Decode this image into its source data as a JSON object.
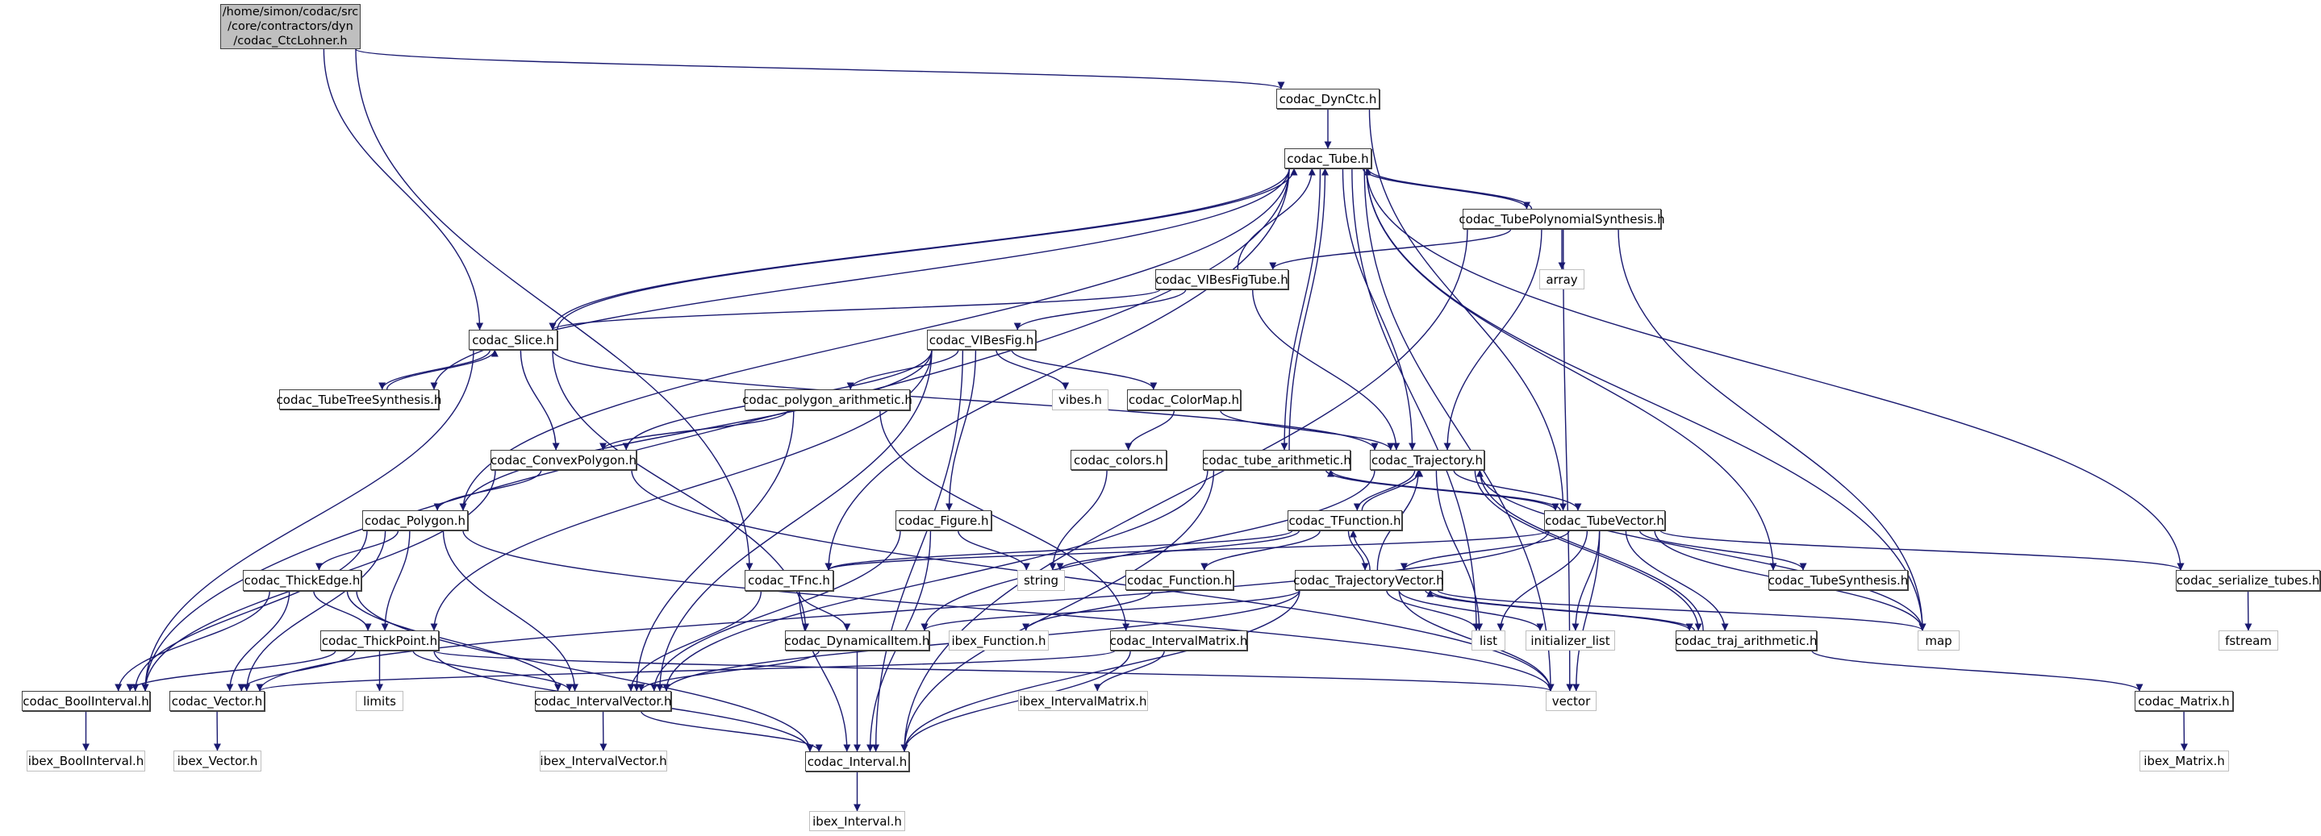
{
  "graph": {
    "title": "Include dependency graph for codac_CtcLohner.h",
    "colors": {
      "edge": "#191970",
      "root_fill": "#bfbfbf",
      "doc_border": "#404040",
      "ext_border": "#bfbfbf"
    },
    "nodes": [
      {
        "id": "root",
        "label": "/home/simon/codac/src\n/core/contractors/dyn\n/codac_CtcLohner.h",
        "kind": "root"
      },
      {
        "id": "DynCtc",
        "label": "codac_DynCtc.h",
        "kind": "doc"
      },
      {
        "id": "Tube",
        "label": "codac_Tube.h",
        "kind": "doc"
      },
      {
        "id": "TubePolynomialSynthesis",
        "label": "codac_TubePolynomialSynthesis.h",
        "kind": "doc"
      },
      {
        "id": "VIBesFigTube",
        "label": "codac_VIBesFigTube.h",
        "kind": "doc"
      },
      {
        "id": "array",
        "label": "array",
        "kind": "ext"
      },
      {
        "id": "Slice",
        "label": "codac_Slice.h",
        "kind": "doc"
      },
      {
        "id": "VIBesFig",
        "label": "codac_VIBesFig.h",
        "kind": "doc"
      },
      {
        "id": "TubeTreeSynthesis",
        "label": "codac_TubeTreeSynthesis.h",
        "kind": "doc"
      },
      {
        "id": "polygon_arithmetic",
        "label": "codac_polygon_arithmetic.h",
        "kind": "doc"
      },
      {
        "id": "vibes",
        "label": "vibes.h",
        "kind": "ext"
      },
      {
        "id": "ColorMap",
        "label": "codac_ColorMap.h",
        "kind": "doc"
      },
      {
        "id": "ConvexPolygon",
        "label": "codac_ConvexPolygon.h",
        "kind": "doc"
      },
      {
        "id": "colors",
        "label": "codac_colors.h",
        "kind": "doc"
      },
      {
        "id": "tube_arithmetic",
        "label": "codac_tube_arithmetic.h",
        "kind": "doc"
      },
      {
        "id": "Trajectory",
        "label": "codac_Trajectory.h",
        "kind": "doc"
      },
      {
        "id": "Polygon",
        "label": "codac_Polygon.h",
        "kind": "doc"
      },
      {
        "id": "Figure",
        "label": "codac_Figure.h",
        "kind": "doc"
      },
      {
        "id": "TFunction",
        "label": "codac_TFunction.h",
        "kind": "doc"
      },
      {
        "id": "TubeVector",
        "label": "codac_TubeVector.h",
        "kind": "doc"
      },
      {
        "id": "ThickEdge",
        "label": "codac_ThickEdge.h",
        "kind": "doc"
      },
      {
        "id": "TFnc",
        "label": "codac_TFnc.h",
        "kind": "doc"
      },
      {
        "id": "string",
        "label": "string",
        "kind": "ext"
      },
      {
        "id": "Function",
        "label": "codac_Function.h",
        "kind": "doc"
      },
      {
        "id": "TrajectoryVector",
        "label": "codac_TrajectoryVector.h",
        "kind": "doc"
      },
      {
        "id": "TubeSynthesis",
        "label": "codac_TubeSynthesis.h",
        "kind": "doc"
      },
      {
        "id": "serialize_tubes",
        "label": "codac_serialize_tubes.h",
        "kind": "doc"
      },
      {
        "id": "ThickPoint",
        "label": "codac_ThickPoint.h",
        "kind": "doc"
      },
      {
        "id": "DynamicalItem",
        "label": "codac_DynamicalItem.h",
        "kind": "doc"
      },
      {
        "id": "ibex_Function",
        "label": "ibex_Function.h",
        "kind": "ext"
      },
      {
        "id": "IntervalMatrix",
        "label": "codac_IntervalMatrix.h",
        "kind": "doc"
      },
      {
        "id": "list",
        "label": "list",
        "kind": "ext"
      },
      {
        "id": "initializer_list",
        "label": "initializer_list",
        "kind": "ext"
      },
      {
        "id": "traj_arithmetic",
        "label": "codac_traj_arithmetic.h",
        "kind": "doc"
      },
      {
        "id": "map",
        "label": "map",
        "kind": "ext"
      },
      {
        "id": "fstream",
        "label": "fstream",
        "kind": "ext"
      },
      {
        "id": "BoolInterval",
        "label": "codac_BoolInterval.h",
        "kind": "doc"
      },
      {
        "id": "Vector",
        "label": "codac_Vector.h",
        "kind": "doc"
      },
      {
        "id": "limits",
        "label": "limits",
        "kind": "ext"
      },
      {
        "id": "IntervalVector",
        "label": "codac_IntervalVector.h",
        "kind": "doc"
      },
      {
        "id": "ibex_IntervalMatrix",
        "label": "ibex_IntervalMatrix.h",
        "kind": "ext"
      },
      {
        "id": "vector",
        "label": "vector",
        "kind": "ext"
      },
      {
        "id": "Matrix",
        "label": "codac_Matrix.h",
        "kind": "doc"
      },
      {
        "id": "ibex_BoolInterval",
        "label": "ibex_BoolInterval.h",
        "kind": "ext"
      },
      {
        "id": "ibex_Vector",
        "label": "ibex_Vector.h",
        "kind": "ext"
      },
      {
        "id": "ibex_IntervalVector",
        "label": "ibex_IntervalVector.h",
        "kind": "ext"
      },
      {
        "id": "Interval",
        "label": "codac_Interval.h",
        "kind": "doc"
      },
      {
        "id": "ibex_Matrix",
        "label": "ibex_Matrix.h",
        "kind": "ext"
      },
      {
        "id": "ibex_Interval",
        "label": "ibex_Interval.h",
        "kind": "ext"
      }
    ],
    "edges": [
      [
        "root",
        "DynCtc"
      ],
      [
        "root",
        "Slice"
      ],
      [
        "root",
        "TFnc"
      ],
      [
        "DynCtc",
        "Tube"
      ],
      [
        "DynCtc",
        "TubeVector"
      ],
      [
        "Tube",
        "Slice"
      ],
      [
        "Tube",
        "TubeTreeSynthesis"
      ],
      [
        "Tube",
        "TubePolynomialSynthesis"
      ],
      [
        "Tube",
        "tube_arithmetic"
      ],
      [
        "Tube",
        "Trajectory"
      ],
      [
        "Tube",
        "BoolInterval"
      ],
      [
        "Tube",
        "Polygon"
      ],
      [
        "Tube",
        "TFnc"
      ],
      [
        "Tube",
        "list"
      ],
      [
        "Tube",
        "map"
      ],
      [
        "Tube",
        "vector"
      ],
      [
        "Tube",
        "TubeSynthesis"
      ],
      [
        "Tube",
        "serialize_tubes"
      ],
      [
        "TubePolynomialSynthesis",
        "Tube"
      ],
      [
        "TubePolynomialSynthesis",
        "VIBesFigTube"
      ],
      [
        "TubePolynomialSynthesis",
        "array"
      ],
      [
        "TubePolynomialSynthesis",
        "Trajectory"
      ],
      [
        "TubePolynomialSynthesis",
        "map"
      ],
      [
        "TubePolynomialSynthesis",
        "vector"
      ],
      [
        "TubePolynomialSynthesis",
        "Interval"
      ],
      [
        "VIBesFigTube",
        "Tube"
      ],
      [
        "VIBesFigTube",
        "Slice"
      ],
      [
        "VIBesFigTube",
        "VIBesFig"
      ],
      [
        "VIBesFigTube",
        "Trajectory"
      ],
      [
        "Slice",
        "Tube"
      ],
      [
        "Slice",
        "TubeTreeSynthesis"
      ],
      [
        "Slice",
        "ConvexPolygon"
      ],
      [
        "Slice",
        "Trajectory"
      ],
      [
        "Slice",
        "BoolInterval"
      ],
      [
        "Slice",
        "DynamicalItem"
      ],
      [
        "TubeTreeSynthesis",
        "Slice"
      ],
      [
        "VIBesFig",
        "polygon_arithmetic"
      ],
      [
        "VIBesFig",
        "vibes"
      ],
      [
        "VIBesFig",
        "ColorMap"
      ],
      [
        "VIBesFig",
        "ConvexPolygon"
      ],
      [
        "VIBesFig",
        "Polygon"
      ],
      [
        "VIBesFig",
        "Figure"
      ],
      [
        "VIBesFig",
        "ThickPoint"
      ],
      [
        "VIBesFig",
        "IntervalVector"
      ],
      [
        "VIBesFig",
        "Interval"
      ],
      [
        "polygon_arithmetic",
        "ConvexPolygon"
      ],
      [
        "polygon_arithmetic",
        "IntervalVector"
      ],
      [
        "polygon_arithmetic",
        "IntervalMatrix"
      ],
      [
        "ColorMap",
        "colors"
      ],
      [
        "ColorMap",
        "Trajectory"
      ],
      [
        "colors",
        "string"
      ],
      [
        "ConvexPolygon",
        "Polygon"
      ],
      [
        "ConvexPolygon",
        "BoolInterval"
      ],
      [
        "ConvexPolygon",
        "vector"
      ],
      [
        "tube_arithmetic",
        "Tube"
      ],
      [
        "tube_arithmetic",
        "TubeVector"
      ],
      [
        "tube_arithmetic",
        "IntervalVector"
      ],
      [
        "tube_arithmetic",
        "Interval"
      ],
      [
        "Trajectory",
        "TFunction"
      ],
      [
        "Trajectory",
        "TubeVector"
      ],
      [
        "Trajectory",
        "list"
      ],
      [
        "Trajectory",
        "map"
      ],
      [
        "Trajectory",
        "DynamicalItem"
      ],
      [
        "Trajectory",
        "traj_arithmetic"
      ],
      [
        "Polygon",
        "ThickEdge"
      ],
      [
        "Polygon",
        "ThickPoint"
      ],
      [
        "Polygon",
        "Vector"
      ],
      [
        "Polygon",
        "BoolInterval"
      ],
      [
        "Polygon",
        "IntervalVector"
      ],
      [
        "Polygon",
        "vector"
      ],
      [
        "Figure",
        "string"
      ],
      [
        "Figure",
        "IntervalVector"
      ],
      [
        "Figure",
        "Interval"
      ],
      [
        "TFunction",
        "Trajectory"
      ],
      [
        "TFunction",
        "TrajectoryVector"
      ],
      [
        "TFunction",
        "Function"
      ],
      [
        "TFunction",
        "TFnc"
      ],
      [
        "TFunction",
        "string"
      ],
      [
        "TubeVector",
        "tube_arithmetic"
      ],
      [
        "TubeVector",
        "TrajectoryVector"
      ],
      [
        "TubeVector",
        "TubeSynthesis"
      ],
      [
        "TubeVector",
        "serialize_tubes"
      ],
      [
        "TubeVector",
        "list"
      ],
      [
        "TubeVector",
        "initializer_list"
      ],
      [
        "TubeVector",
        "vector"
      ],
      [
        "TubeVector",
        "map"
      ],
      [
        "TubeVector",
        "traj_arithmetic"
      ],
      [
        "TubeVector",
        "TFnc"
      ],
      [
        "TubeVector",
        "Vector"
      ],
      [
        "ThickEdge",
        "ThickPoint"
      ],
      [
        "ThickEdge",
        "BoolInterval"
      ],
      [
        "ThickEdge",
        "Vector"
      ],
      [
        "ThickEdge",
        "IntervalVector"
      ],
      [
        "ThickEdge",
        "Interval"
      ],
      [
        "TFnc",
        "DynamicalItem"
      ],
      [
        "TFnc",
        "IntervalVector"
      ],
      [
        "TFnc",
        "Interval"
      ],
      [
        "Function",
        "ibex_Function"
      ],
      [
        "TrajectoryVector",
        "Trajectory"
      ],
      [
        "TrajectoryVector",
        "TFunction"
      ],
      [
        "TrajectoryVector",
        "list"
      ],
      [
        "TrajectoryVector",
        "initializer_list"
      ],
      [
        "TrajectoryVector",
        "traj_arithmetic"
      ],
      [
        "TrajectoryVector",
        "map"
      ],
      [
        "TrajectoryVector",
        "DynamicalItem"
      ],
      [
        "TrajectoryVector",
        "vector"
      ],
      [
        "TrajectoryVector",
        "IntervalVector"
      ],
      [
        "TrajectoryVector",
        "Interval"
      ],
      [
        "ThickPoint",
        "BoolInterval"
      ],
      [
        "ThickPoint",
        "Vector"
      ],
      [
        "ThickPoint",
        "limits"
      ],
      [
        "ThickPoint",
        "IntervalVector"
      ],
      [
        "ThickPoint",
        "Interval"
      ],
      [
        "ThickPoint",
        "vector"
      ],
      [
        "DynamicalItem",
        "IntervalVector"
      ],
      [
        "DynamicalItem",
        "Interval"
      ],
      [
        "IntervalMatrix",
        "ibex_IntervalMatrix"
      ],
      [
        "IntervalMatrix",
        "Interval"
      ],
      [
        "IntervalMatrix",
        "Vector"
      ],
      [
        "traj_arithmetic",
        "Trajectory"
      ],
      [
        "traj_arithmetic",
        "TrajectoryVector"
      ],
      [
        "traj_arithmetic",
        "Matrix"
      ],
      [
        "serialize_tubes",
        "fstream"
      ],
      [
        "BoolInterval",
        "ibex_BoolInterval"
      ],
      [
        "Vector",
        "ibex_Vector"
      ],
      [
        "IntervalVector",
        "ibex_IntervalVector"
      ],
      [
        "IntervalVector",
        "Interval"
      ],
      [
        "Matrix",
        "ibex_Matrix"
      ],
      [
        "Interval",
        "ibex_Interval"
      ]
    ]
  }
}
